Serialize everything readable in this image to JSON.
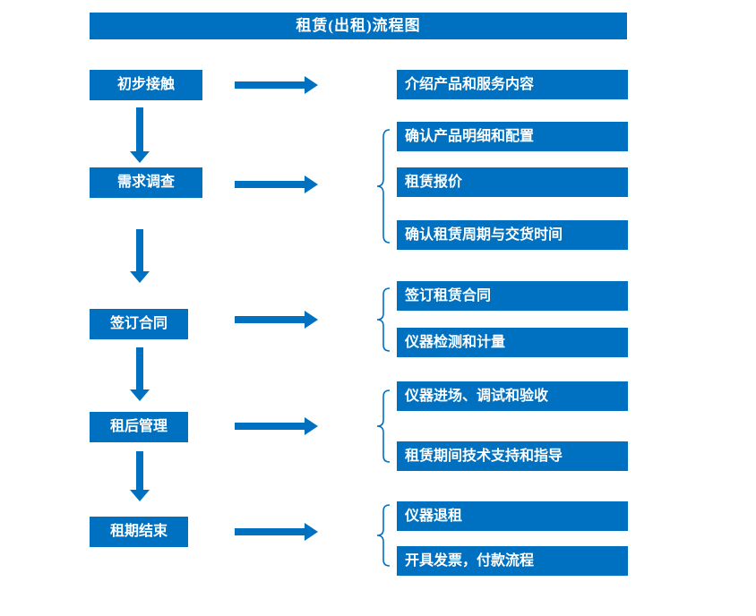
{
  "title": "租赁(出租)流程图",
  "colors": {
    "accent": "#0070C0",
    "text": "#FFFFFF",
    "background": "#FFFFFF"
  },
  "groups": [
    {
      "step": "初步接触",
      "details": [
        "介绍产品和服务内容"
      ]
    },
    {
      "step": "需求调查",
      "details": [
        "确认产品明细和配置",
        "租赁报价",
        "确认租赁周期与交货时间"
      ]
    },
    {
      "step": "签订合同",
      "details": [
        "签订租赁合同",
        "仪器检测和计量"
      ]
    },
    {
      "step": "租后管理",
      "details": [
        "仪器进场、调试和验收",
        "租赁期间技术支持和指导"
      ]
    },
    {
      "step": "租期结束",
      "details": [
        "仪器退租",
        "开具发票，付款流程"
      ]
    }
  ]
}
